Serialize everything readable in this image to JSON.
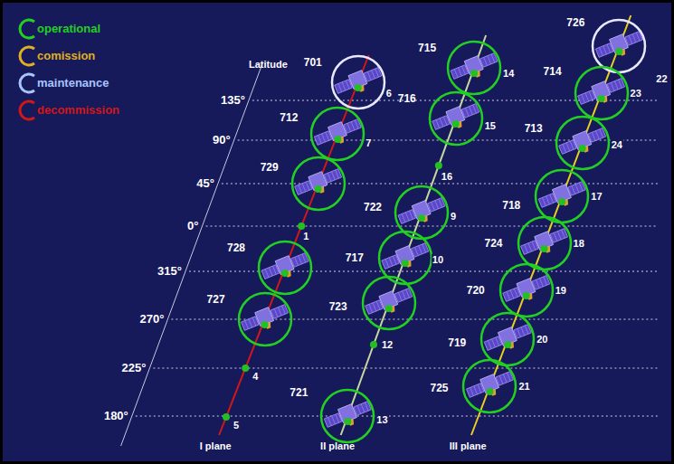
{
  "diagram": {
    "nodes": [
      {
        "text": [
          "701",
          "6"
        ]
      },
      {
        "text": [
          "712",
          "7"
        ]
      },
      {
        "text": [
          "729"
        ]
      },
      {
        "text": [
          "728"
        ]
      },
      {
        "text": [
          "727"
        ]
      },
      {
        "text": [
          "715",
          "14"
        ]
      },
      {
        "text": [
          "716",
          "15"
        ]
      },
      {
        "text": [
          "722",
          "9"
        ]
      },
      {
        "text": [
          "717",
          "10"
        ]
      },
      {
        "text": [
          "723"
        ]
      },
      {
        "text": [
          "721",
          "13"
        ]
      },
      {
        "text": [
          "726",
          "22"
        ]
      },
      {
        "text": [
          "714",
          "23"
        ]
      },
      {
        "text": [
          "713",
          "24"
        ]
      },
      {
        "text": [
          "718",
          "17"
        ]
      },
      {
        "text": [
          "724",
          "18"
        ]
      },
      {
        "text": [
          "720",
          "19"
        ]
      },
      {
        "text": [
          "719",
          "20"
        ]
      },
      {
        "text": [
          "725",
          "21"
        ]
      }
    ],
    "labels": [
      "Latitude",
      "135°",
      "90°",
      "45°",
      "0°",
      "315°",
      "270°",
      "225°",
      "180°",
      "1",
      "4",
      "5",
      "16",
      "12",
      "I plane",
      "II plane",
      "III plane"
    ],
    "legend": [
      {
        "text": "operational",
        "color": "#22d022"
      },
      {
        "text": "comission",
        "color": "#e0b020"
      },
      {
        "text": "maintenance",
        "color": "#a8c4ff"
      },
      {
        "text": "decommission",
        "color": "#d01818"
      }
    ]
  }
}
